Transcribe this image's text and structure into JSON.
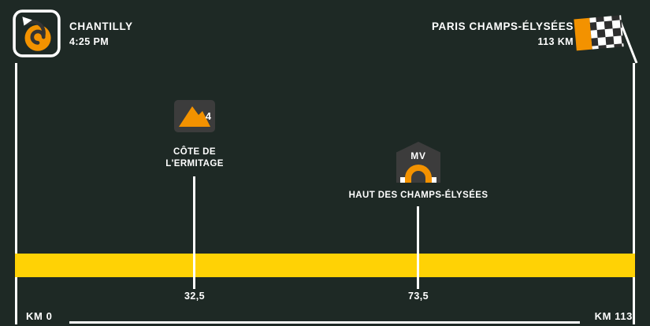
{
  "colors": {
    "background": "#1E2925",
    "band_yellow": "#FFD205",
    "accent_orange": "#F39200",
    "icon_dark": "#3C3C3C",
    "text_white": "#FFFFFF"
  },
  "start": {
    "name": "CHANTILLY",
    "detail": "4:25 PM",
    "km_marker": "KM 0"
  },
  "finish": {
    "name": "PARIS CHAMPS-ÉLYSÉES",
    "detail": "113 KM",
    "km_marker": "KM 113"
  },
  "climb": {
    "name_line1": "CÔTE DE",
    "name_line2": "L'ERMITAGE",
    "category": "4",
    "km": "32,5"
  },
  "sprint": {
    "badge": "MV",
    "name": "HAUT DES CHAMPS-ÉLYSÉES",
    "km": "73,5"
  }
}
